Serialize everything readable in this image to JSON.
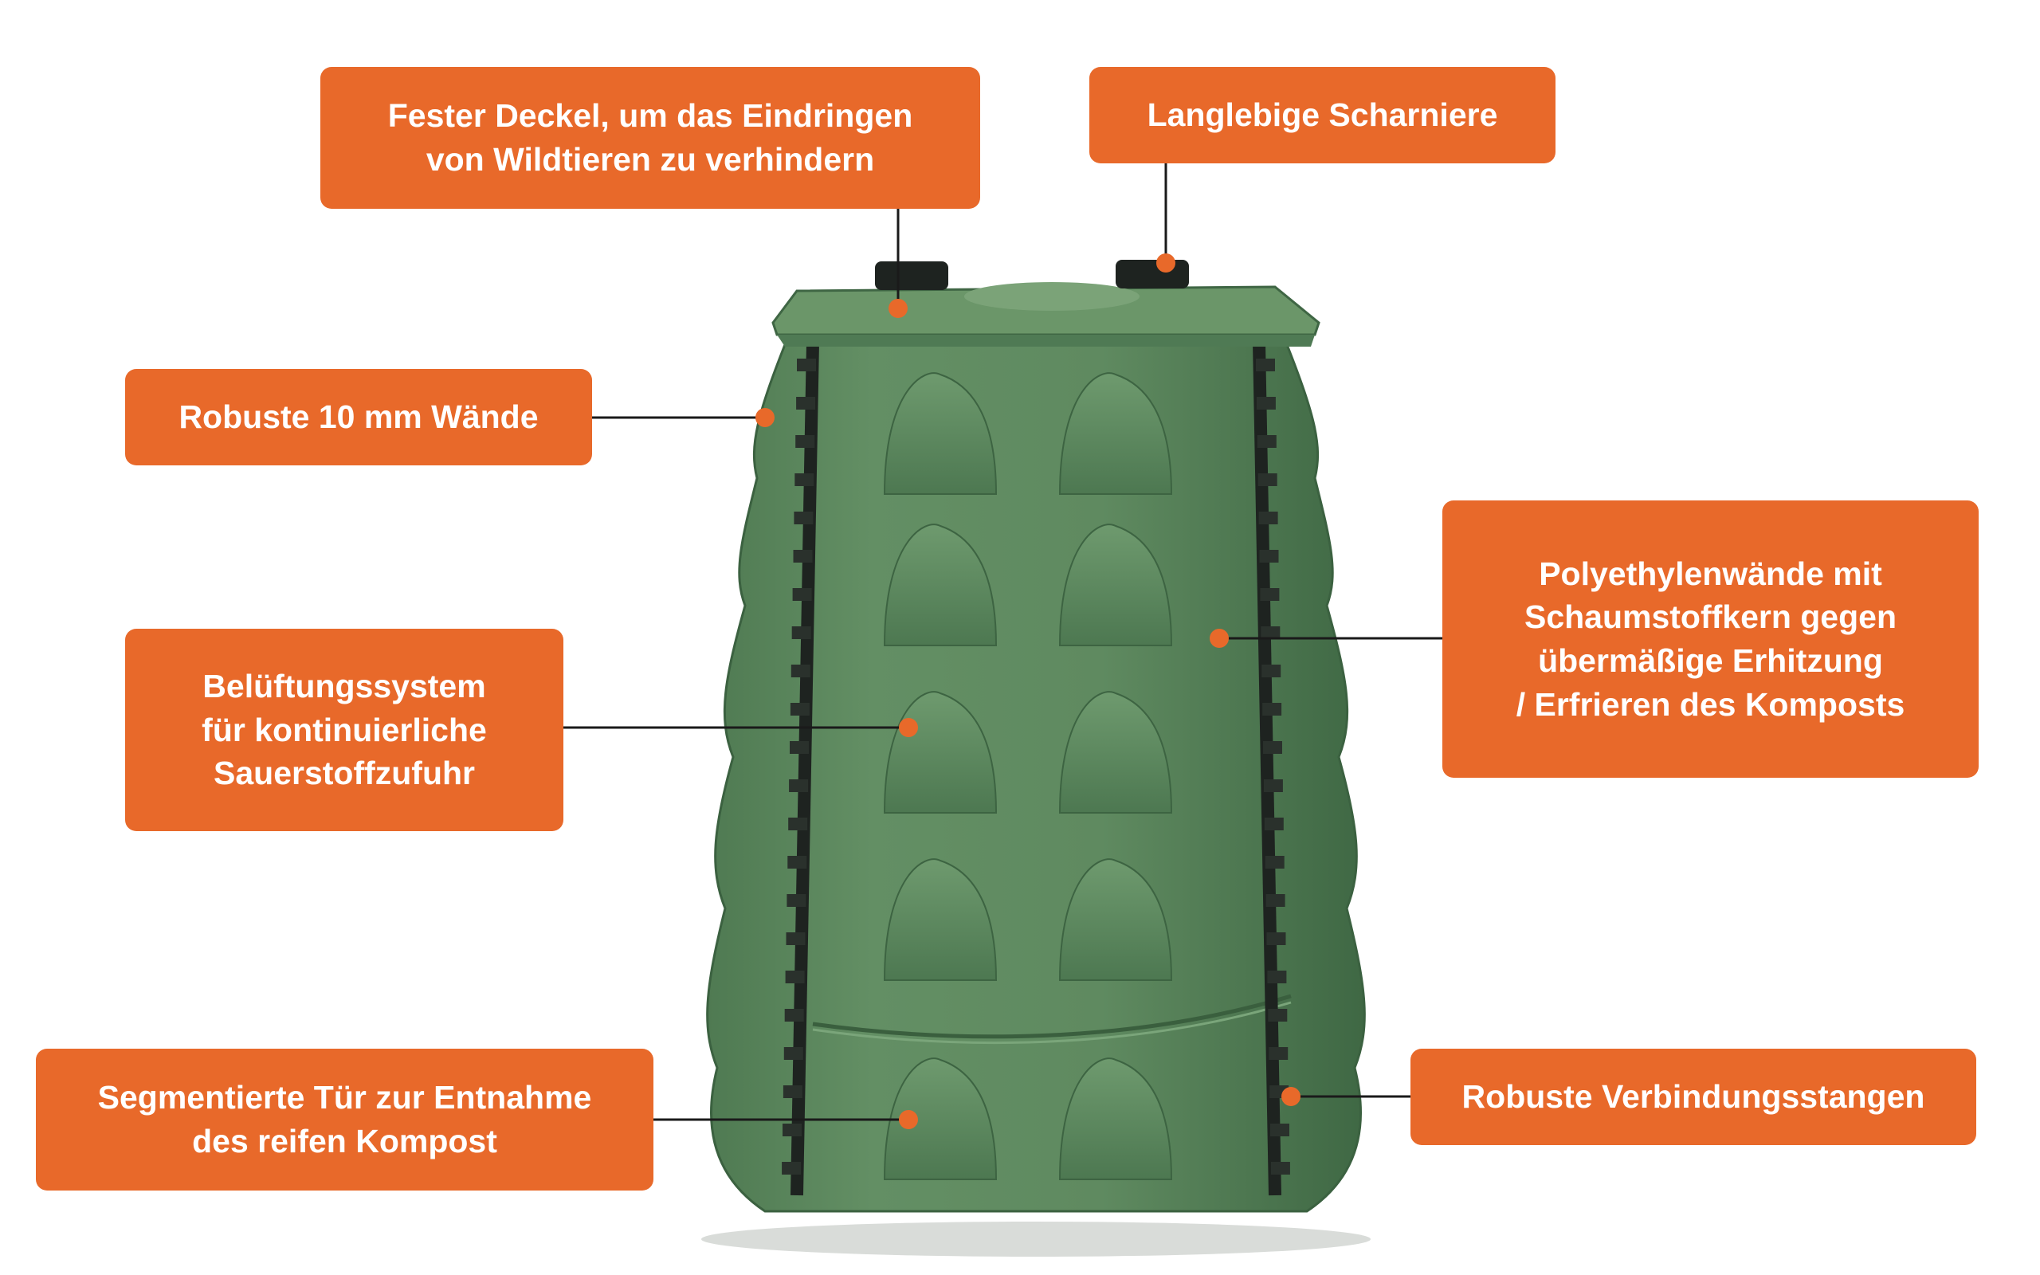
{
  "image": {
    "subject": "compost bin",
    "colors": {
      "callout_bg": "#e8692a",
      "callout_text": "#ffffff",
      "leader_line": "#1a1a1a",
      "marker_dot": "#e8692a",
      "bin_green": "#5e8a5f",
      "bin_dark": "#3f6a44",
      "rod_black": "#1e2320"
    }
  },
  "callouts": {
    "lid": "Fester Deckel, um das Eindringen\nvon Wildtieren zu verhindern",
    "hinges": "Langlebige Scharniere",
    "walls": "Robuste 10 mm Wände",
    "ventilation": "Belüftungssystem\nfür kontinuierliche\nSauerstoffzufuhr",
    "polyethylene": "Polyethylenwände mit\nSchaumstoffkern gegen\nübermäßige Erhitzung\n/ Erfrieren des Komposts",
    "door": "Segmentierte Tür zur Entnahme\ndes reifen Kompost",
    "rods": "Robuste Verbindungsstangen"
  }
}
